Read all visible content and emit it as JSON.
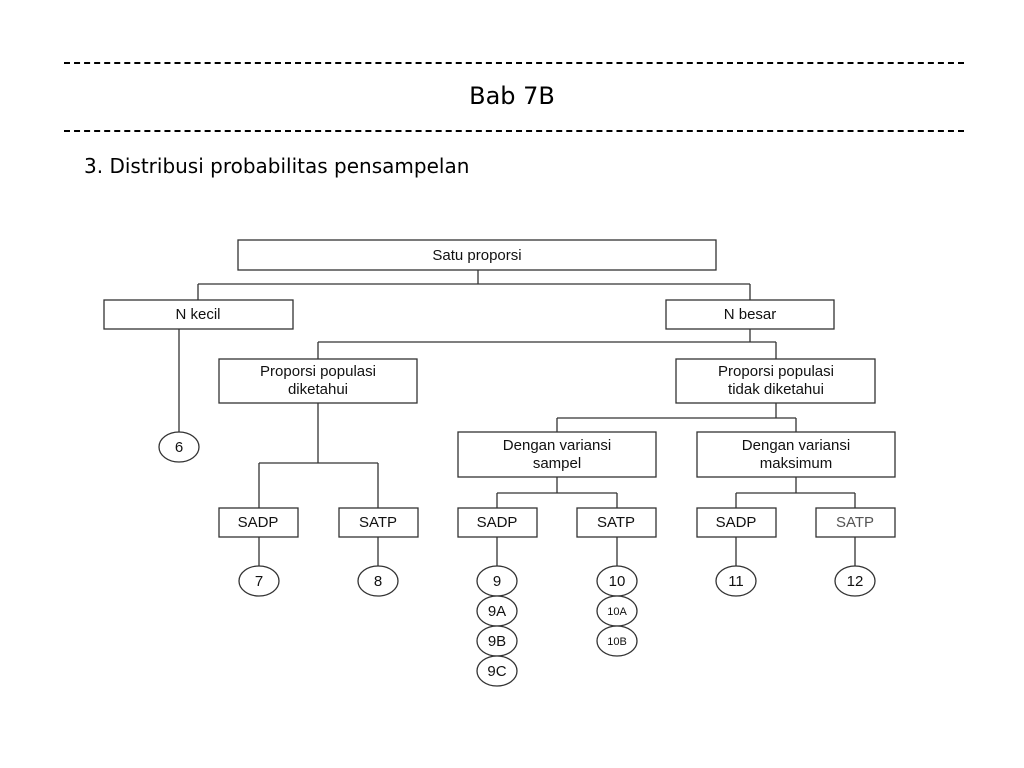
{
  "slide": {
    "title": "Bab 7B",
    "heading": "3. Distribusi probabilitas pensampelan"
  },
  "diagram": {
    "root": "Satu proporsi",
    "n_small": "N kecil",
    "n_large": "N besar",
    "known": [
      "Proporsi populasi",
      "diketahui"
    ],
    "unknown": [
      "Proporsi populasi",
      "tidak diketahui"
    ],
    "sample_var": [
      "Dengan variansi",
      "sampel"
    ],
    "max_var": [
      "Dengan variansi",
      "maksimum"
    ],
    "sadp": "SADP",
    "satp": "SATP",
    "circles": {
      "c6": "6",
      "c7": "7",
      "c8": "8",
      "c9": "9",
      "c9a": "9A",
      "c9b": "9B",
      "c9c": "9C",
      "c10": "10",
      "c10a": "10A",
      "c10b": "10B",
      "c11": "11",
      "c12": "12"
    }
  }
}
